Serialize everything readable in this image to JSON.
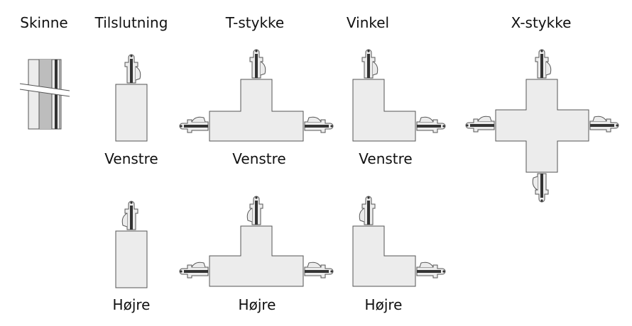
{
  "headers": {
    "rail": "Skinne",
    "connection": "Tilslutning",
    "t_piece": "T-stykke",
    "angle": "Vinkel",
    "x_piece": "X-stykke"
  },
  "sides": {
    "connection_left": "Venstre",
    "t_piece_left": "Venstre",
    "angle_left": "Venstre",
    "connection_right": "Højre",
    "t_piece_right": "Højre",
    "angle_right": "Højre"
  },
  "colors": {
    "body_fill": "#ececec",
    "outline": "#555555",
    "rail_gray": "#bdbdbd",
    "conductor": "#333333"
  }
}
